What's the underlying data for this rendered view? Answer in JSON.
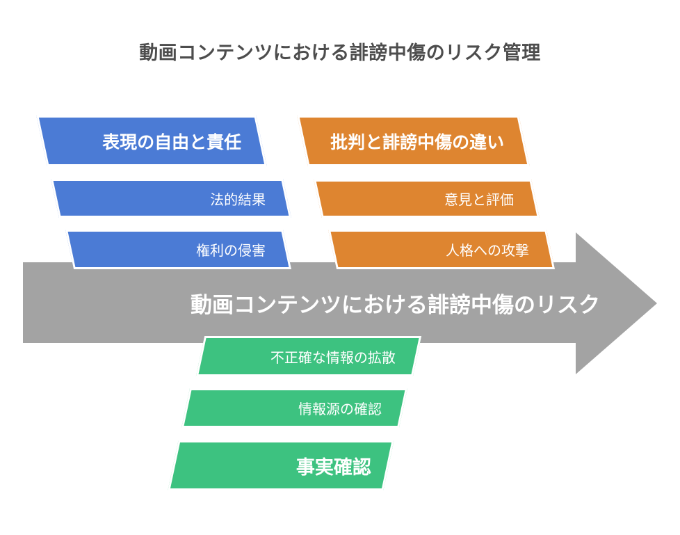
{
  "title": "動画コンテンツにおける誹謗中傷のリスク管理",
  "title_color": "#4d4d4d",
  "background": "#ffffff",
  "arrow": {
    "label": "動画コンテンツにおける誹謗中傷のリスク",
    "color": "#a3a3a3",
    "label_color": "#ffffff"
  },
  "groups": [
    {
      "name": "expression-freedom-responsibility",
      "color": "#4b7bd5",
      "items": [
        {
          "label": "表現の自由と責任",
          "emphasis": true
        },
        {
          "label": "法的結果",
          "emphasis": false
        },
        {
          "label": "権利の侵害",
          "emphasis": false
        }
      ]
    },
    {
      "name": "criticism-vs-defamation",
      "color": "#de8530",
      "items": [
        {
          "label": "批判と誹謗中傷の違い",
          "emphasis": true
        },
        {
          "label": "意見と評価",
          "emphasis": false
        },
        {
          "label": "人格への攻撃",
          "emphasis": false
        }
      ]
    },
    {
      "name": "fact-checking",
      "color": "#3dc280",
      "items": [
        {
          "label": "不正確な情報の拡散",
          "emphasis": false
        },
        {
          "label": "情報源の確認",
          "emphasis": false
        },
        {
          "label": "事実確認",
          "emphasis": true
        }
      ]
    }
  ]
}
